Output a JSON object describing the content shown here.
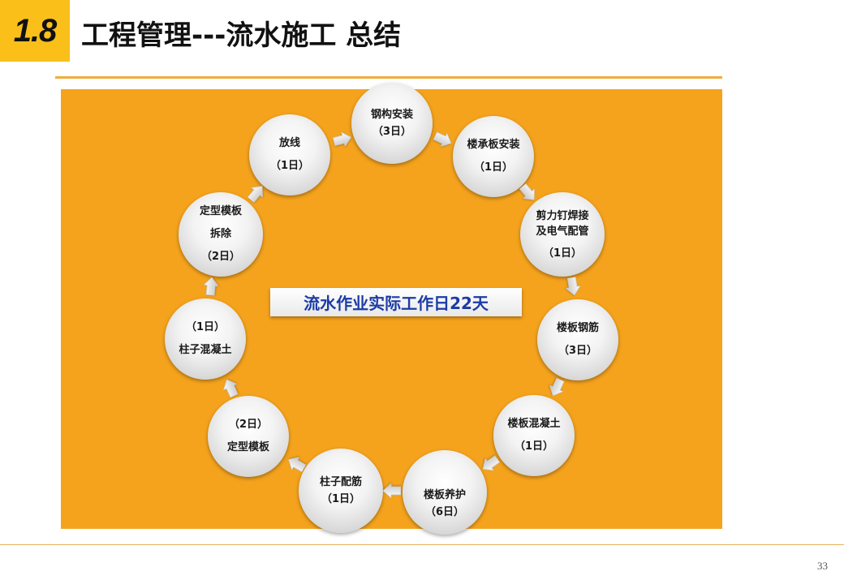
{
  "slide": {
    "section_number": "1.8",
    "title": "工程管理---流水施工 总结",
    "page_number": "33"
  },
  "diagram": {
    "type": "cycle",
    "center_label": "流水作业实际工作日22天",
    "steps": [
      {
        "name_lines": [
          "放线"
        ],
        "duration": "（1日）"
      },
      {
        "name_lines": [
          "钢构安装"
        ],
        "duration": "（3日）"
      },
      {
        "name_lines": [
          "楼承板安装"
        ],
        "duration": "（1日）"
      },
      {
        "name_lines": [
          "剪力钉焊接",
          "及电气配管"
        ],
        "duration": "（1日）"
      },
      {
        "name_lines": [
          "楼板钢筋"
        ],
        "duration": "（3日）"
      },
      {
        "name_lines": [
          "楼板混凝土"
        ],
        "duration": "（1日）"
      },
      {
        "name_lines": [
          "楼板养护"
        ],
        "duration": "（6日）"
      },
      {
        "name_lines": [
          "柱子配筋"
        ],
        "duration": "（1日）"
      },
      {
        "name_lines": [
          "定型模板"
        ],
        "duration": "（2日）"
      },
      {
        "name_lines": [
          "柱子混凝土"
        ],
        "duration": "（1日）"
      },
      {
        "name_lines": [
          "定型模板",
          "拆除"
        ],
        "duration": "（2日）"
      }
    ],
    "connector_icon": "arrow-right-icon"
  },
  "colors": {
    "badge": "#fbbf1a",
    "accent": "#f5a31d",
    "rule": "#f0ae3c",
    "footer_rule": "#e8b25c",
    "label_text": "#1b3ba6"
  }
}
